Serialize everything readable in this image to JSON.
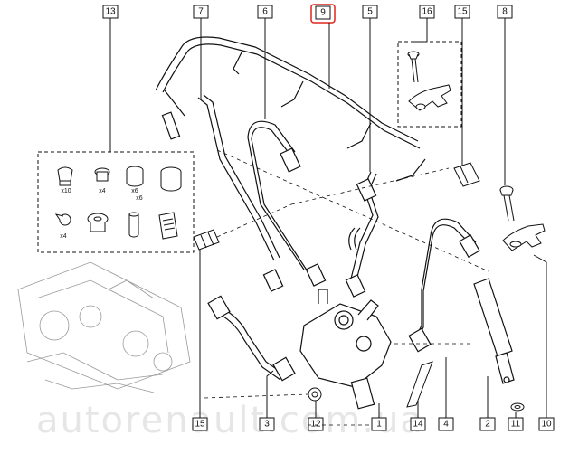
{
  "labels_top": [
    "13",
    "7",
    "6",
    "9",
    "5",
    "16",
    "15",
    "8"
  ],
  "labels_bottom": [
    "15",
    "3",
    "12",
    "1",
    "14",
    "4",
    "2",
    "11",
    "10"
  ],
  "highlight": {
    "label": "9",
    "color": "#e0241b"
  },
  "kit_quantities": [
    "x10",
    "x4",
    "x6",
    "x4",
    "x6"
  ],
  "watermark": "autorenault.com.ua"
}
